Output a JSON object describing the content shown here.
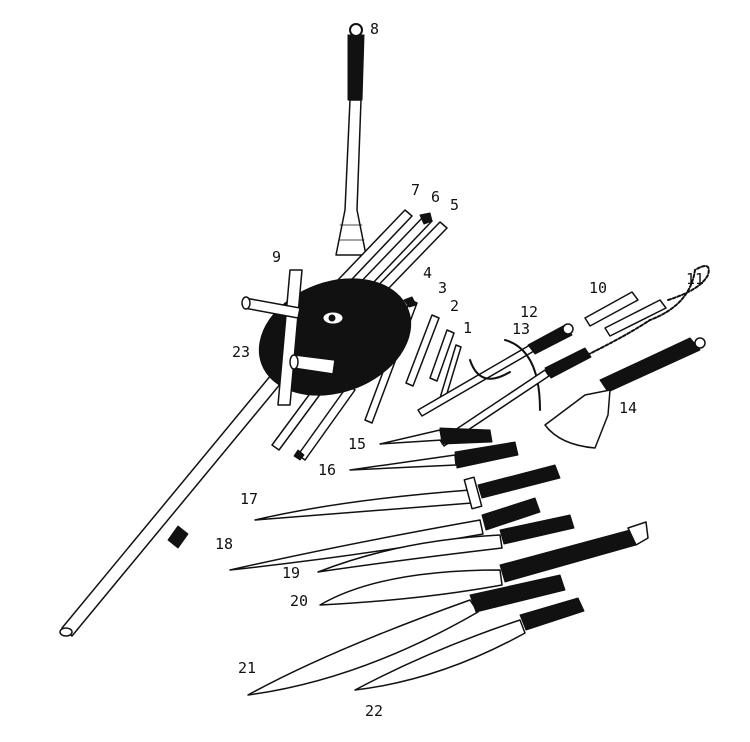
{
  "illustration": {
    "subject": "weapons-collection-line-drawing",
    "ink_color": "#111111",
    "paper_color": "#ffffff",
    "labels": [
      "1",
      "2",
      "3",
      "4",
      "5",
      "6",
      "7",
      "8",
      "9",
      "10",
      "11",
      "12",
      "13",
      "14",
      "15",
      "16",
      "17",
      "18",
      "19",
      "20",
      "21",
      "22",
      "23"
    ]
  }
}
